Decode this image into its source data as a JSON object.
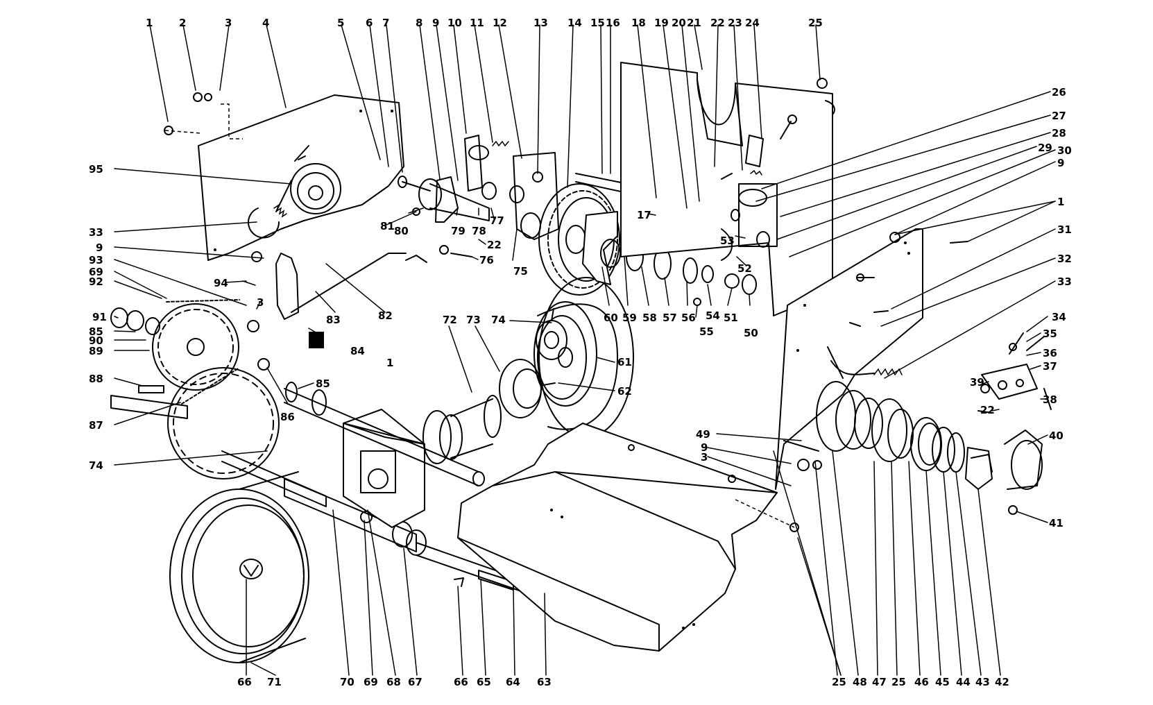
{
  "diagram": {
    "type": "exploded-parts-drawing",
    "callouts": [
      "1",
      "2",
      "3",
      "4",
      "5",
      "6",
      "7",
      "8",
      "9",
      "10",
      "11",
      "12",
      "13",
      "14",
      "15",
      "16",
      "18",
      "19",
      "20",
      "21",
      "22",
      "23",
      "24",
      "25",
      "26",
      "27",
      "28",
      "29",
      "30",
      "9",
      "1",
      "31",
      "32",
      "33",
      "34",
      "35",
      "36",
      "37",
      "38",
      "39",
      "22",
      "40",
      "41",
      "95",
      "33",
      "9",
      "93",
      "69",
      "92",
      "94",
      "91",
      "85",
      "90",
      "89",
      "88",
      "87",
      "74",
      "3",
      "86",
      "85",
      "81",
      "80",
      "79",
      "78",
      "77",
      "76",
      "75",
      "22",
      "83",
      "82",
      "84",
      "72",
      "73",
      "74",
      "61",
      "62",
      "60",
      "59",
      "58",
      "57",
      "56",
      "54",
      "55",
      "51",
      "50",
      "52",
      "53",
      "17",
      "49",
      "9",
      "3",
      "66",
      "71",
      "70",
      "69",
      "68",
      "67",
      "66",
      "65",
      "64",
      "63",
      "25",
      "48",
      "47",
      "25",
      "46",
      "45",
      "44",
      "43",
      "42",
      "1"
    ]
  }
}
